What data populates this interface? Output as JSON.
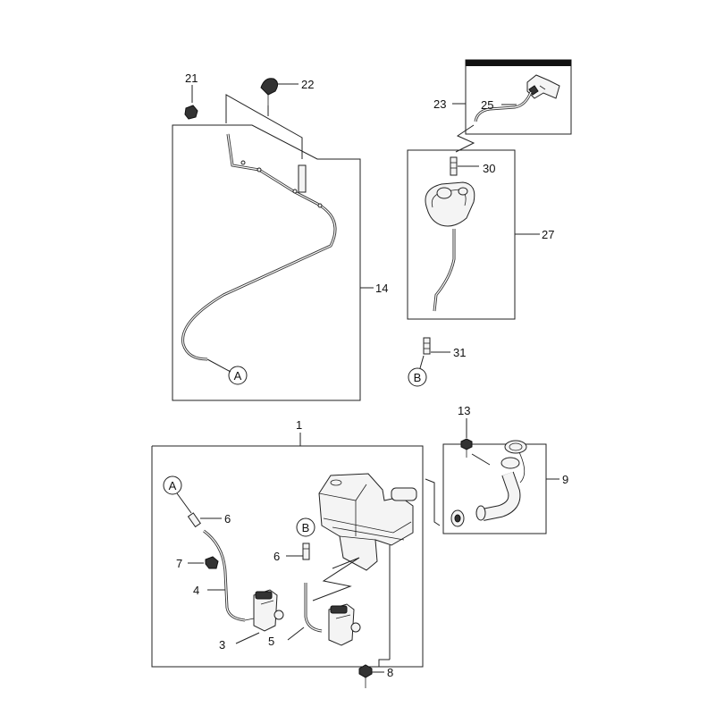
{
  "callouts": {
    "c1": "1",
    "c3": "3",
    "c4": "4",
    "c5": "5",
    "c6a": "6",
    "c6b": "6",
    "c7": "7",
    "c8": "8",
    "c9": "9",
    "c13": "13",
    "c14": "14",
    "c21": "21",
    "c22": "22",
    "c23": "23",
    "c25": "25",
    "c27": "27",
    "c30": "30",
    "c31": "31"
  },
  "connectors": {
    "a_top": "A",
    "a_bottom": "A",
    "b_top": "B",
    "b_bottom": "B"
  }
}
